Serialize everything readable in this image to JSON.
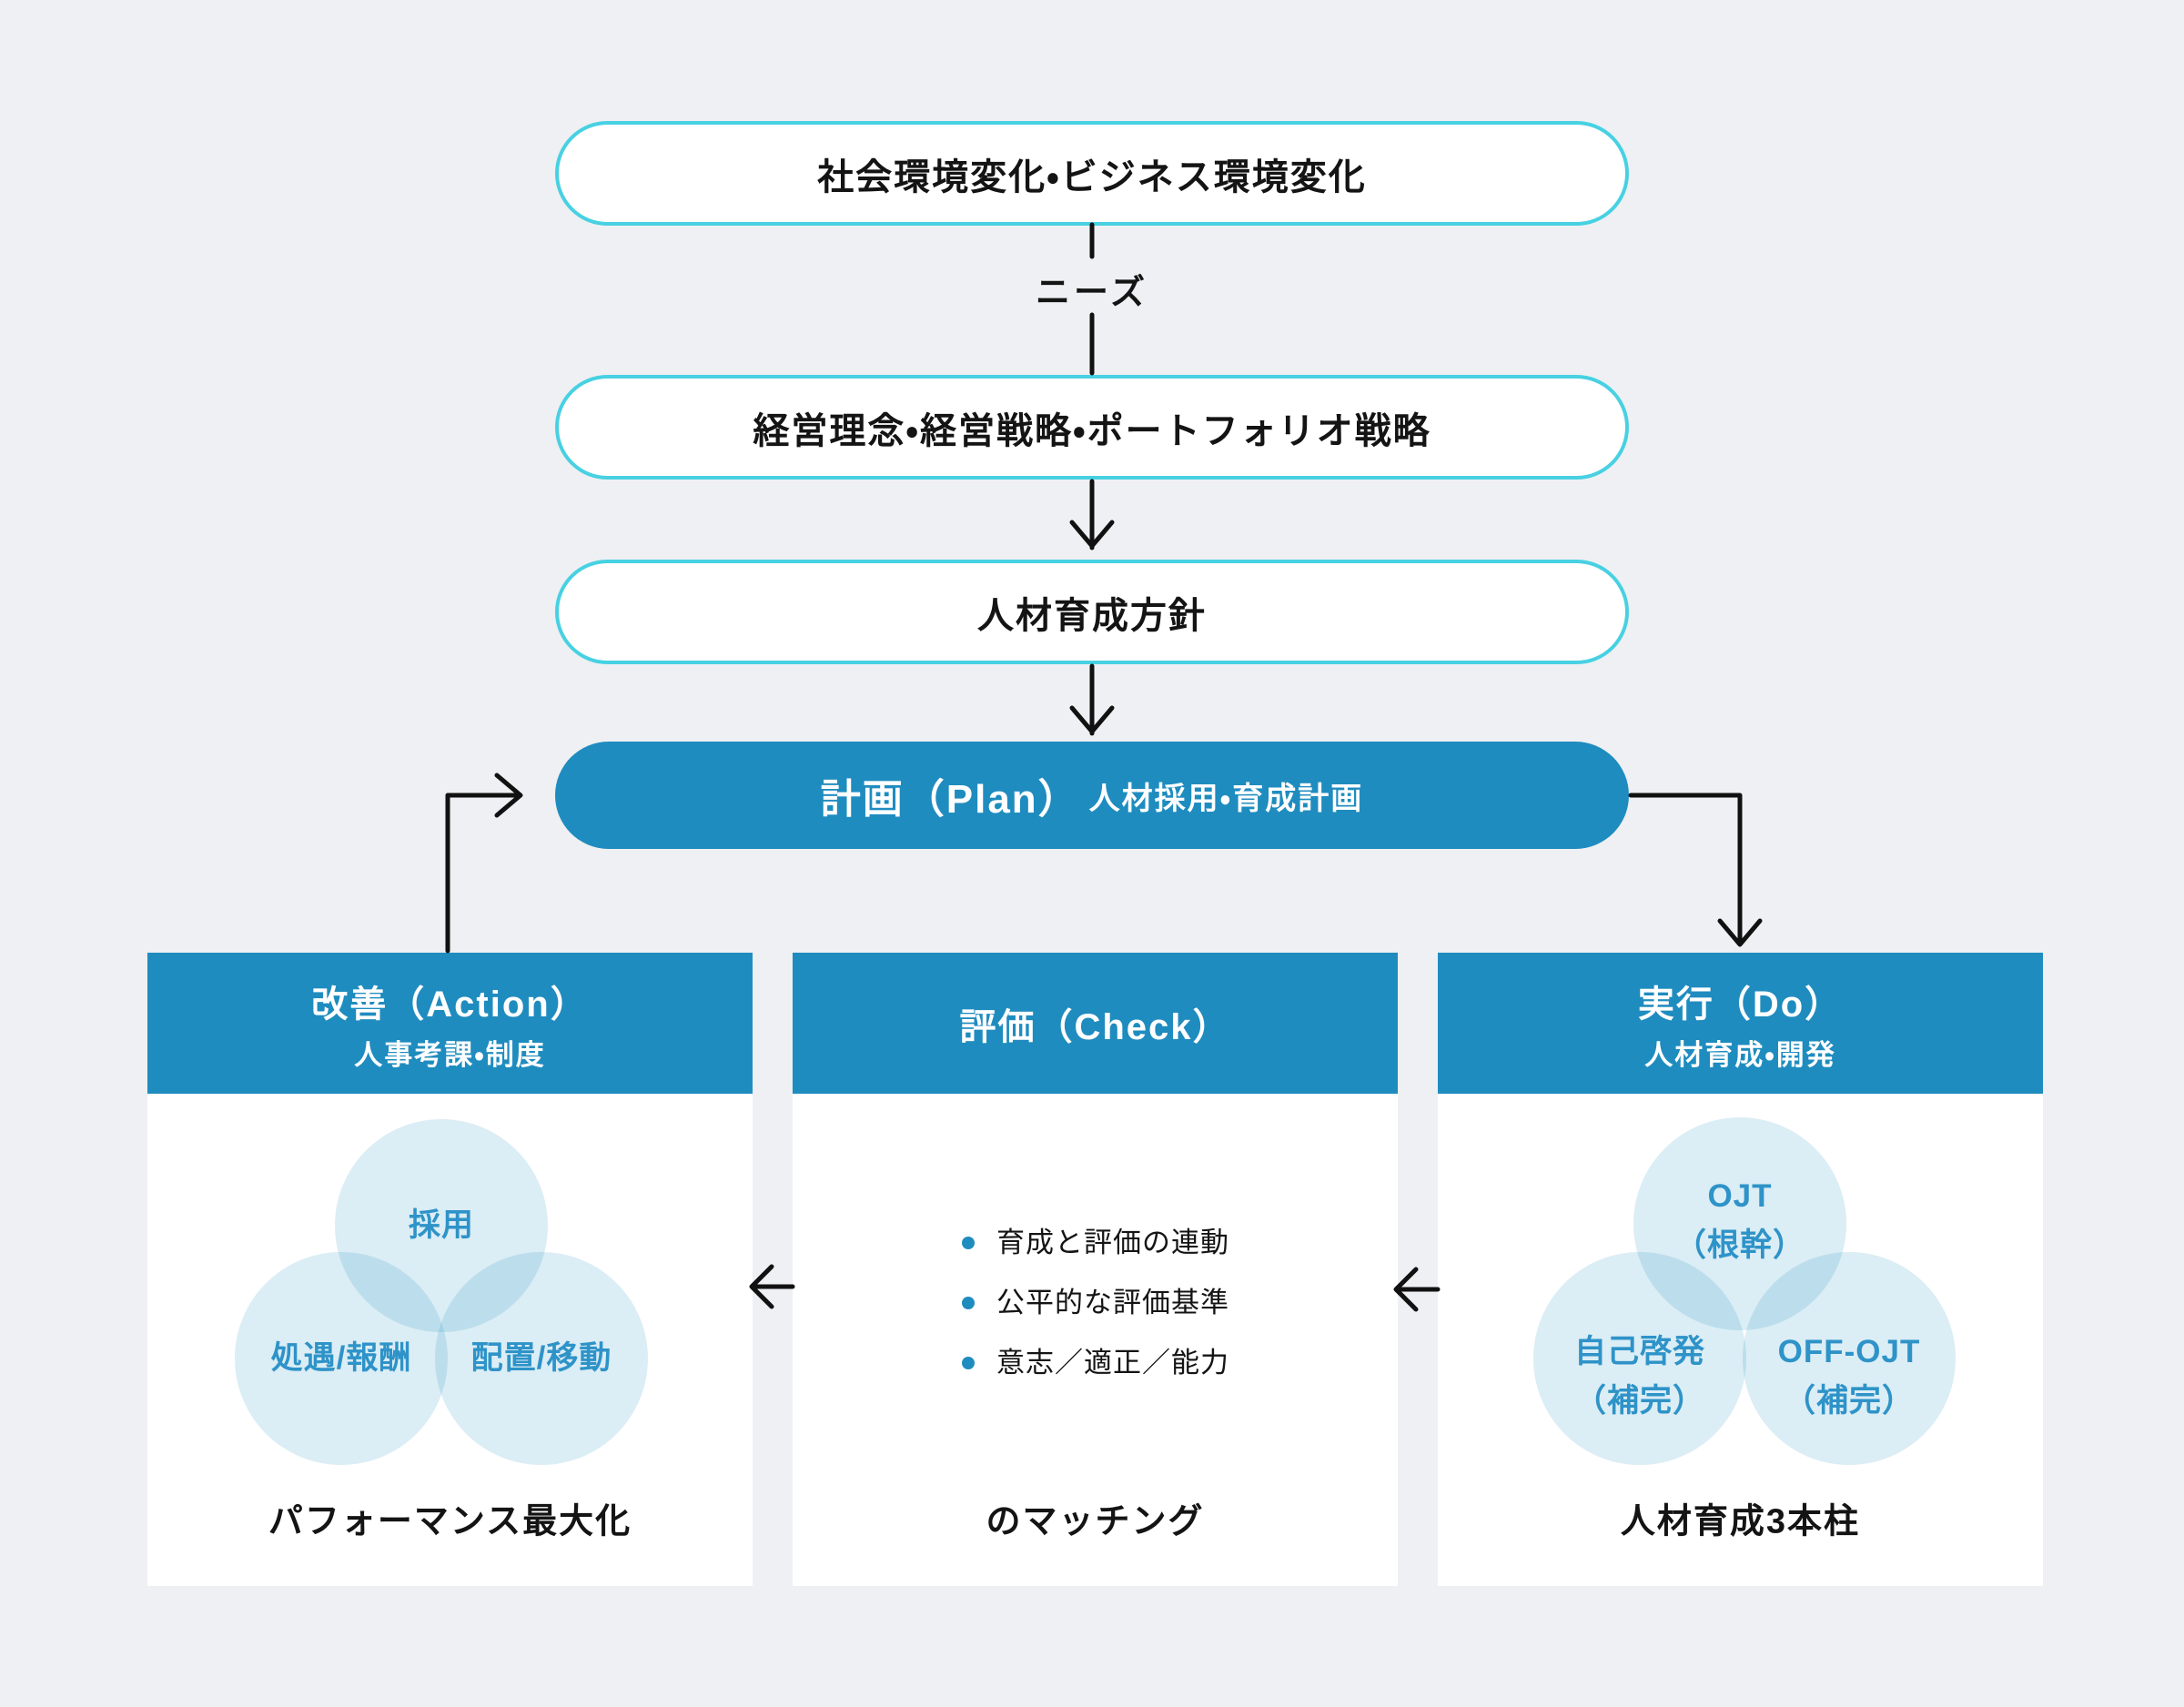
{
  "colors": {
    "background": "#eef0f3",
    "primary_blue": "#1f8cbf",
    "pill_border_cyan": "#47d1e2",
    "venn_circle_fill": "#d9ebf5",
    "venn_label_blue": "#2e93c8",
    "text_black": "#141414",
    "box_white": "#ffffff"
  },
  "flow": {
    "env_change": "社会環境変化・ビジネス環境変化",
    "needs": "ニーズ",
    "strategy": "経営理念・経営戦略・ポートフォリオ戦略",
    "policy": "人材育成方針",
    "plan": {
      "title": "計画（Plan）",
      "subtitle": "人材採用・育成計画"
    }
  },
  "boxes": {
    "action": {
      "title": "改善（Action）",
      "subtitle": "人事考課・制度",
      "venn": [
        "採用",
        "処遇/報酬",
        "配置/移動"
      ],
      "caption": "パフォーマンス最大化"
    },
    "check": {
      "title": "評価（Check）",
      "bullets": [
        "育成と評価の連動",
        "公平的な評価基準",
        "意志／適正／能力"
      ],
      "caption": "のマッチング"
    },
    "do": {
      "title": "実行（Do）",
      "subtitle": "人材育成・開発",
      "venn": [
        "OJT\n（根幹）",
        "自己啓発\n（補完）",
        "OFF-OJT\n（補完）"
      ],
      "caption": "人材育成3本柱"
    }
  }
}
